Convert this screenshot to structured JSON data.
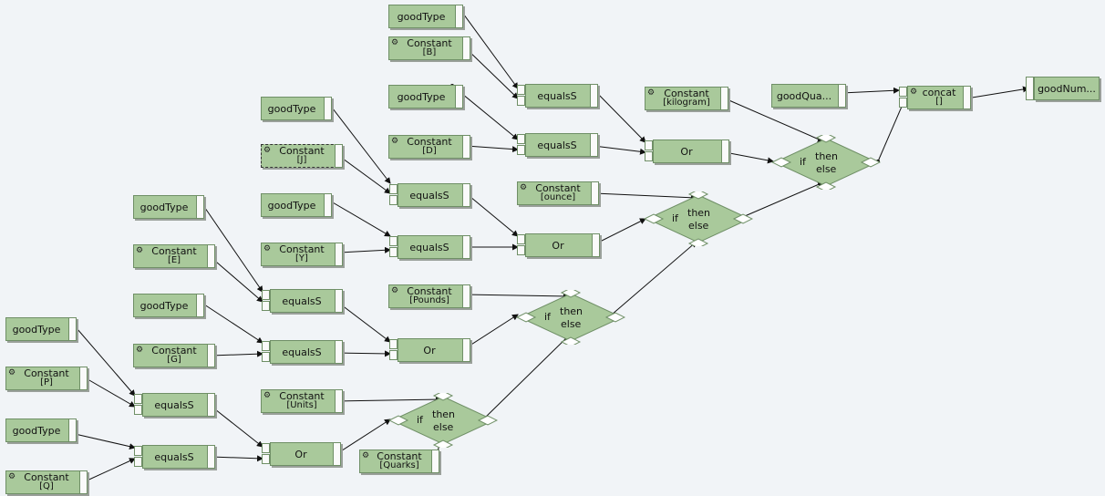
{
  "colors": {
    "node_fill": "#a9c99b",
    "node_border": "#6f8f66",
    "background": "#f1f4f7",
    "wire": "#111111"
  },
  "icons": {
    "constant": "gear-icon"
  },
  "labels": {
    "goodType": "goodType",
    "constant": "Constant",
    "equals": "equalsS",
    "or": "Or",
    "if": "if",
    "then": "then",
    "else": "else",
    "concat": "concat",
    "concat_sub": "[]",
    "goodQuantity": "goodQua...",
    "goodNumber": "goodNum..."
  },
  "constants": {
    "B": "[B]",
    "D": "[D]",
    "J": "[J]",
    "Y": "[Y]",
    "E": "[E]",
    "G": "[G]",
    "P": "[P]",
    "Q": "[Q]",
    "kilogram": "[kilogram]",
    "ounce": "[ounce]",
    "Pounds": "[Pounds]",
    "Units": "[Units]",
    "Quarks": "[Quarks]"
  }
}
